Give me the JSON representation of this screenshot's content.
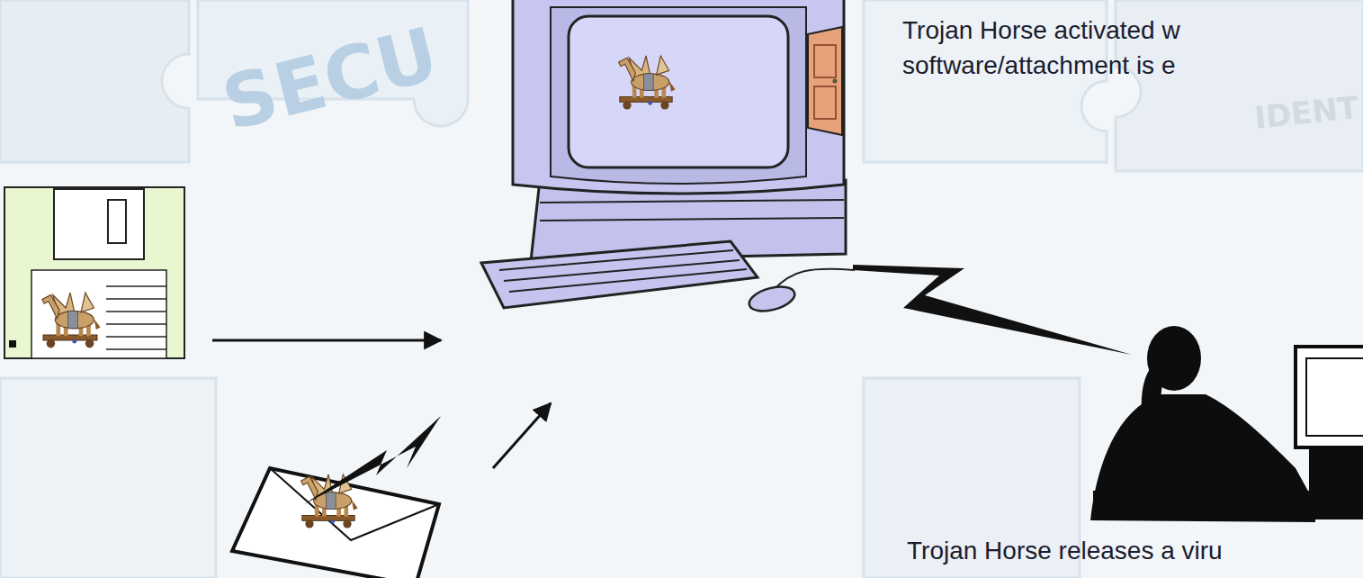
{
  "diagram": {
    "labels": [
      "Trojan Horse activated w software/attachment is e",
      "Trojan Horse releases a viru",
      "SECU",
      "IDENT"
    ]
  }
}
